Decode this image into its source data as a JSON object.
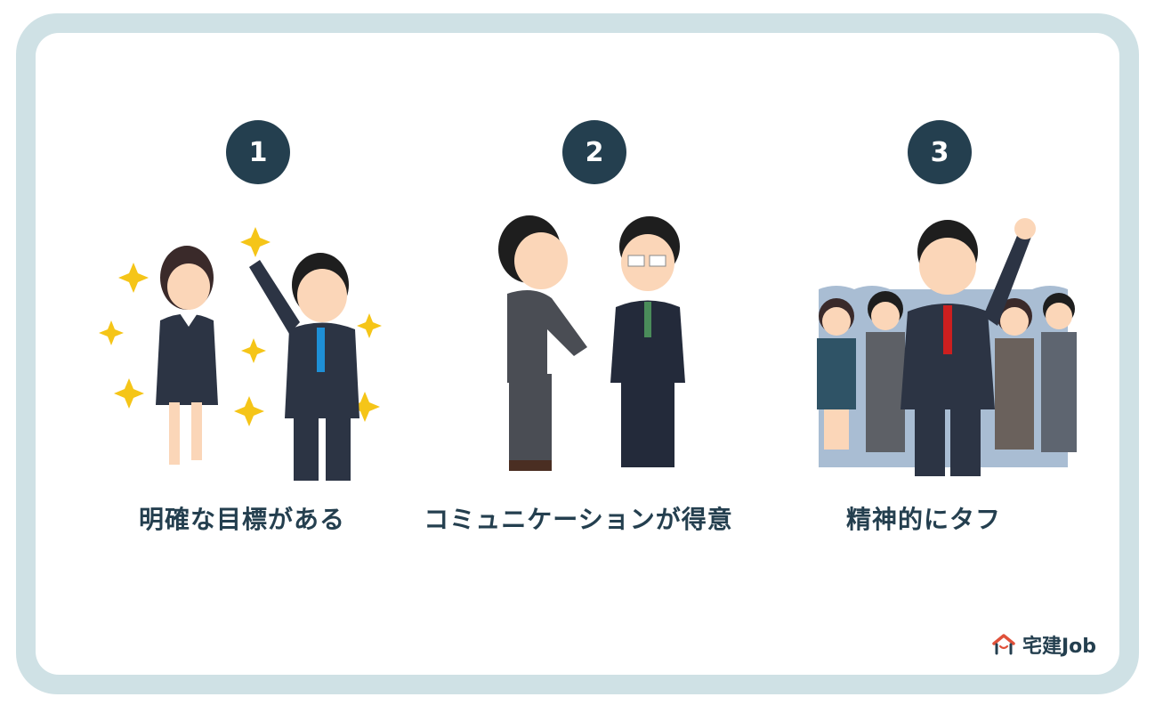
{
  "items": [
    {
      "number": "1",
      "caption": "明確な目標がある",
      "illustration": "two-business-people-confident-with-sparkles"
    },
    {
      "number": "2",
      "caption": "コミュニケーションが得意",
      "illustration": "two-businessmen-talking"
    },
    {
      "number": "3",
      "caption": "精神的にタフ",
      "illustration": "leader-with-raised-fist-and-team"
    }
  ],
  "logo": {
    "text": "宅建Job",
    "icon": "house-smile-icon"
  },
  "colors": {
    "frame": "#cfe1e5",
    "badge": "#243f4f",
    "text": "#243f4f",
    "sparkle": "#f5c518",
    "logo_roof": "#e0513a"
  }
}
